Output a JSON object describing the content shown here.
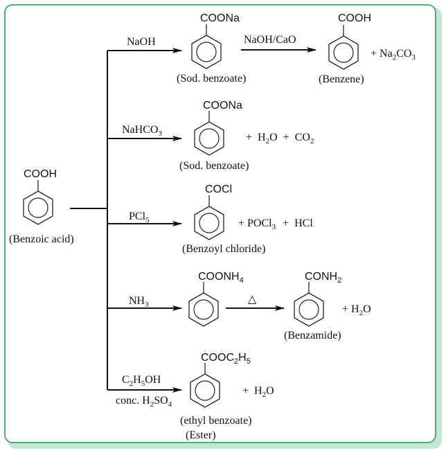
{
  "colors": {
    "border": "#4caf7a",
    "shadow": "#c6e6d5",
    "ink": "#111111"
  },
  "reactant": {
    "group": "COOH",
    "name": "(Benzoic acid)"
  },
  "reactions": [
    {
      "reagent": "NaOH",
      "product_group": "COONa",
      "product_name": "(Sod. benzoate)",
      "next_reagent": "NaOH/CaO",
      "next_product_group": "COOH",
      "next_product_name": "(Benzene)",
      "byproduct_prefix": "+ Na",
      "byproduct_sub1": "2",
      "byproduct_mid": "CO",
      "byproduct_sub2": "3"
    },
    {
      "reagent_main": "NaHCO",
      "reagent_sub": "3",
      "product_group": "COONa",
      "product_name": "(Sod. benzoate)",
      "byproducts": {
        "plus1": "+",
        "h2o_h": "H",
        "h2o_sub": "2",
        "h2o_o": "O",
        "plus2": "+",
        "co2_c": "CO",
        "co2_sub": "2"
      }
    },
    {
      "reagent_main": "PCl",
      "reagent_sub": "5",
      "product_group": "COCl",
      "product_name": "(Benzoyl chloride)",
      "byproducts": {
        "pocl_prefix": "+ POCl",
        "pocl_sub": "3",
        "plus": "+",
        "hcl": "HCl"
      }
    },
    {
      "reagent_main": "NH",
      "reagent_sub": "3",
      "product_group_main": "COONH",
      "product_group_sub": "4",
      "heat_symbol": "△",
      "next_product_group_main": "CONH",
      "next_product_group_sub": "2",
      "next_product_name": "(Benzamide)",
      "byproduct": {
        "prefix": "+ H",
        "sub": "2",
        "suffix": "O"
      }
    },
    {
      "reagent_top": {
        "c": "C",
        "c_sub": "2",
        "h": "H",
        "h_sub": "5",
        "rest": "OH"
      },
      "reagent_bottom": {
        "prefix": "conc. H",
        "sub1": "2",
        "mid": "SO",
        "sub2": "4"
      },
      "product_group": {
        "main": "COOC",
        "sub1": "2",
        "mid": "H",
        "sub2": "5"
      },
      "product_name": "(ethyl benzoate)",
      "product_class": "(Ester)",
      "byproduct": {
        "plus": "+",
        "h": "H",
        "sub": "2",
        "o": "O"
      }
    }
  ]
}
